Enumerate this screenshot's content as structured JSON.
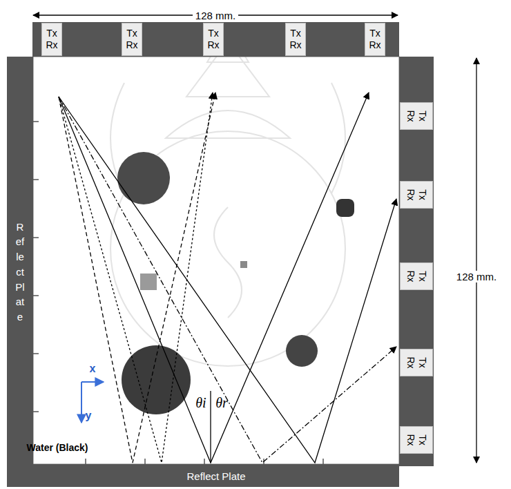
{
  "diagram": {
    "nodes": [
      {
        "text": [
          "Tx Rx"
        ]
      },
      {
        "text": [
          "Tx Rx"
        ]
      },
      {
        "text": [
          "Tx Rx"
        ]
      },
      {
        "text": [
          "Tx Rx"
        ]
      },
      {
        "text": [
          "Tx Rx"
        ]
      },
      {
        "text": [
          "Tx Rx"
        ]
      },
      {
        "text": [
          "Tx Rx"
        ]
      },
      {
        "text": [
          "Tx Rx"
        ]
      },
      {
        "text": [
          "Tx Rx"
        ]
      },
      {
        "text": [
          "Tx Rx"
        ]
      },
      {
        "text": [
          "Reflect Plate"
        ]
      },
      {
        "text": [
          "Reflect Plate"
        ]
      }
    ],
    "labels": [
      "128 mm.",
      "128 mm.",
      "x",
      "y",
      "Water (Black)",
      "θi",
      "θr"
    ]
  }
}
